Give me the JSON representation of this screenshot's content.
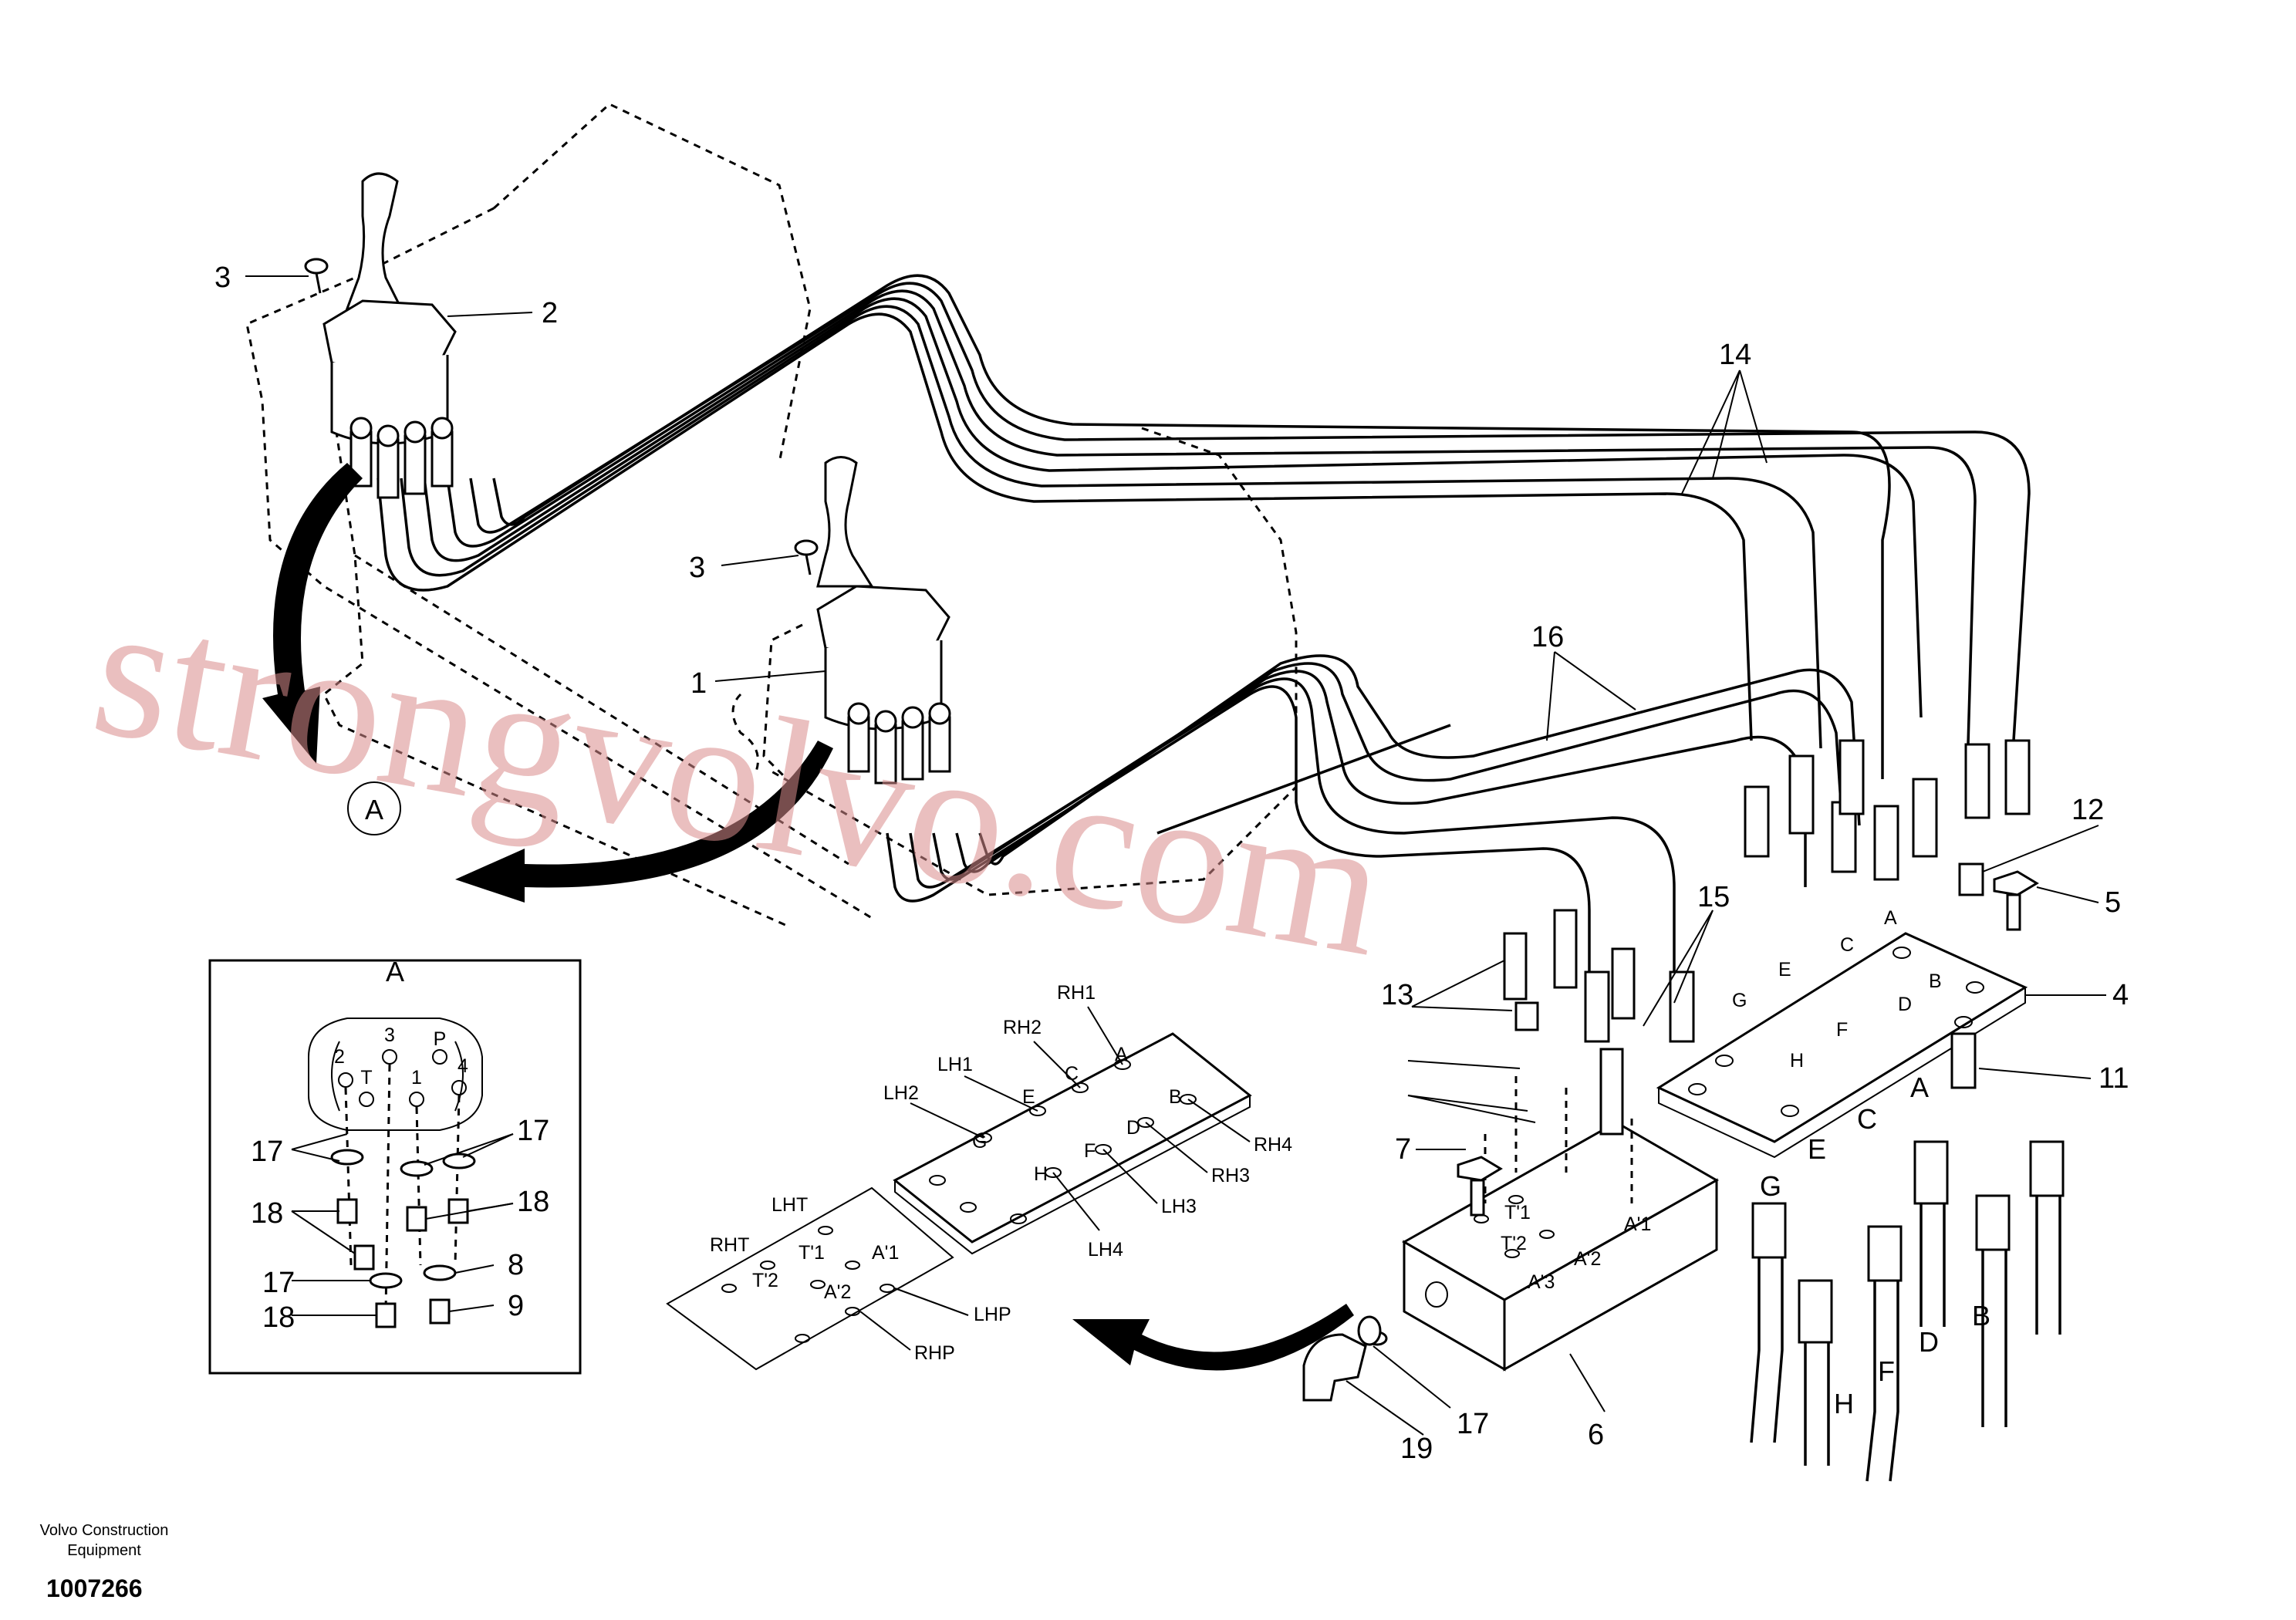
{
  "watermark": "strongvolvo.com",
  "footer": {
    "company_line1": "Volvo Construction",
    "company_line2": "Equipment",
    "drawing_number": "1007266"
  },
  "detail": {
    "title": "A",
    "view_marker": "A",
    "ports": [
      "3",
      "P",
      "2",
      "T",
      "1",
      "4"
    ],
    "callouts": [
      "17",
      "17",
      "18",
      "18",
      "17",
      "8",
      "18",
      "9"
    ]
  },
  "left_plate": {
    "port_labels": [
      "RH1",
      "RH2",
      "LH1",
      "C",
      "E",
      "A",
      "LH2",
      "G",
      "B",
      "RH4",
      "D",
      "RH3",
      "F",
      "H",
      "LH3",
      "LH4"
    ]
  },
  "lower_plate": {
    "port_labels": [
      "LHT",
      "RHT",
      "T'1",
      "T'2",
      "A'1",
      "A'2",
      "LHP",
      "RHP"
    ]
  },
  "block_labels": [
    "T'1",
    "T'2",
    "A'1",
    "A'2",
    "A'3"
  ],
  "right_plate": {
    "port_labels": [
      "A",
      "C",
      "B",
      "E",
      "G",
      "D",
      "F",
      "H"
    ]
  },
  "hose_end_labels": [
    "A",
    "C",
    "E",
    "G",
    "H",
    "F",
    "D",
    "B"
  ],
  "callouts": [
    "3",
    "2",
    "3",
    "1",
    "14",
    "16",
    "15",
    "12",
    "5",
    "13",
    "4",
    "11",
    "7",
    "6",
    "17",
    "19"
  ]
}
